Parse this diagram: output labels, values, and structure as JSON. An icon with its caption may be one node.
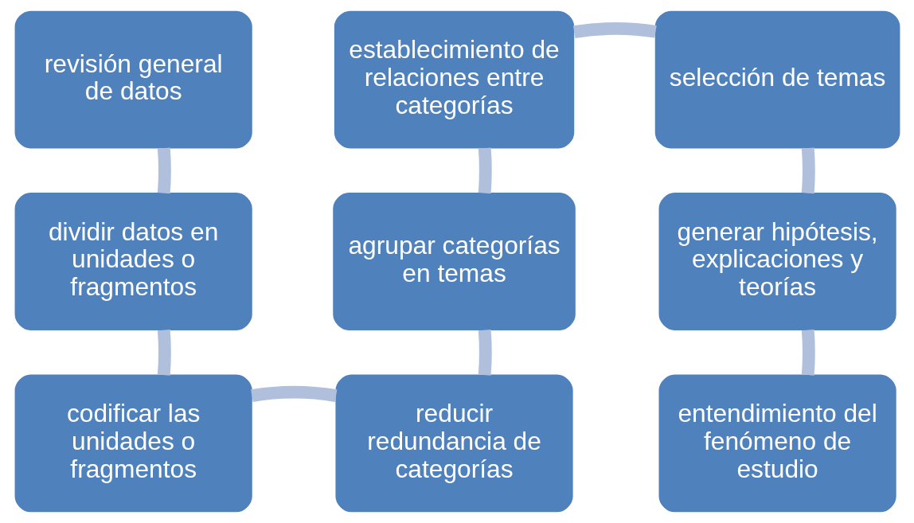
{
  "diagram": {
    "nodes": [
      {
        "text": [
          "revisión general de datos"
        ]
      },
      {
        "text": [
          "dividir datos en unidades o fragmentos"
        ]
      },
      {
        "text": [
          "codificar las unidades o fragmentos"
        ]
      },
      {
        "text": [
          "reducir redundancia de categorías"
        ]
      },
      {
        "text": [
          "agrupar categorías en temas"
        ]
      },
      {
        "text": [
          "establecimiento de relaciones entre categorías"
        ]
      },
      {
        "text": [
          "selección de temas"
        ]
      },
      {
        "text": [
          "generar hipótesis, explicaciones y teorías"
        ]
      },
      {
        "text": [
          "entendimiento del fenómeno de estudio"
        ]
      }
    ],
    "edges": [
      {
        "from": 0,
        "to": 1,
        "arrow": "none"
      },
      {
        "from": 1,
        "to": 2,
        "arrow": "none"
      },
      {
        "from": 2,
        "to": 3,
        "arrow": "none"
      },
      {
        "from": 3,
        "to": 4,
        "arrow": "none"
      },
      {
        "from": 4,
        "to": 5,
        "arrow": "none"
      },
      {
        "from": 5,
        "to": 6,
        "arrow": "none"
      },
      {
        "from": 6,
        "to": 7,
        "arrow": "none"
      },
      {
        "from": 7,
        "to": 8,
        "arrow": "none"
      }
    ]
  }
}
